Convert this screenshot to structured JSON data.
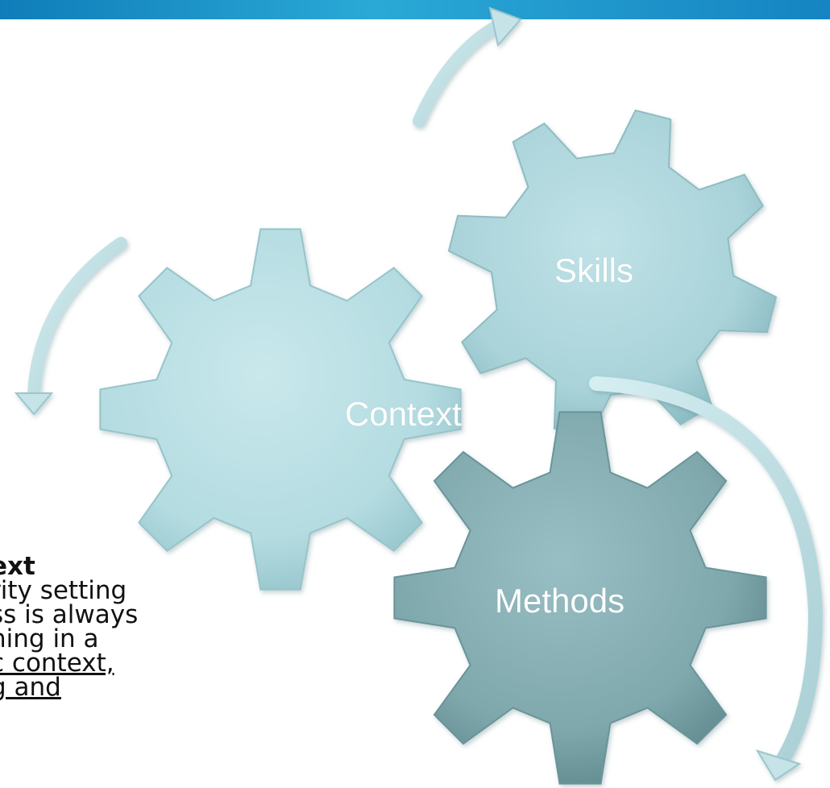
{
  "diagram": {
    "gears": [
      {
        "label": "Skills",
        "color": "#a9d3d9"
      },
      {
        "label": "Context",
        "color": "#b4dce1"
      },
      {
        "label": "Methods",
        "color": "#7fa8ad"
      }
    ],
    "arrows": [
      {
        "from": "Skills",
        "to": "top"
      },
      {
        "from": "top-left",
        "to": "Context"
      },
      {
        "from": "Skills",
        "to": "Methods"
      }
    ],
    "colors": {
      "gear_light": "#b4dce1",
      "gear_dark": "#7fa8ad",
      "arrow": "#c6e4e8",
      "header": "#1a93c9"
    }
  },
  "side_text": {
    "heading": "ext",
    "lines": [
      "rity setting",
      "ss is always",
      "ning in a",
      "c context,",
      "g and"
    ]
  }
}
